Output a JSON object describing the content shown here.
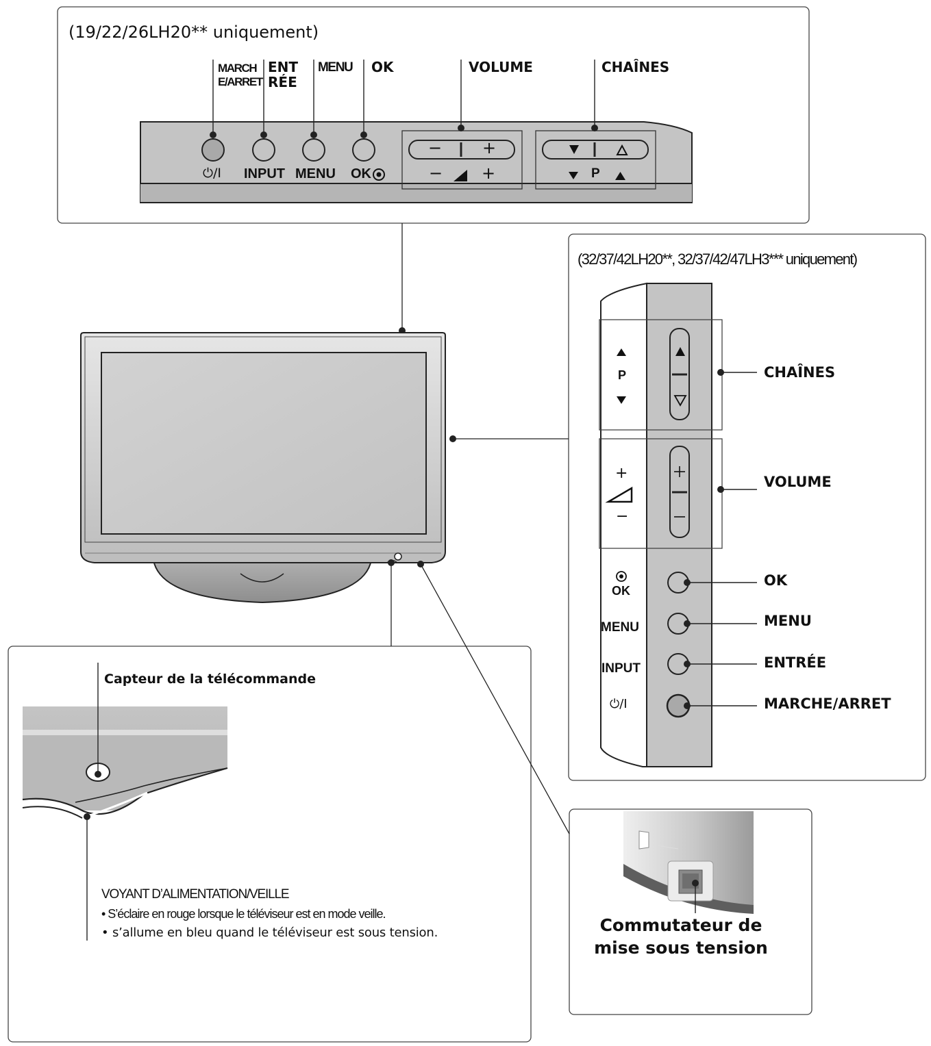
{
  "top_panel": {
    "title": "(19/22/26LH20** uniquement)",
    "callouts": {
      "power_l1": "MARCH",
      "power_l2": "E/ARRET",
      "input_l1": "ENT",
      "input_l2": "RÉE",
      "menu": "MENU",
      "ok": "OK",
      "volume": "VOLUME",
      "channels": "CHAÎNES"
    },
    "buttons": {
      "power": "⏻/I",
      "input": "INPUT",
      "menu": "MENU",
      "ok": "OK",
      "vol_minus": "−",
      "vol_plus": "+",
      "prog": "P"
    }
  },
  "right_panel": {
    "title": "(32/37/42LH20**, 32/37/42/47LH3*** uniquement)",
    "labels": {
      "channels": "CHAÎNES",
      "volume": "VOLUME",
      "ok": "OK",
      "menu": "MENU",
      "input": "ENTRÉE",
      "power": "MARCHE/ARRET"
    },
    "side_text": {
      "prog": "P",
      "plus": "+",
      "minus": "−",
      "ok": "OK",
      "menu": "MENU",
      "input": "INPUT",
      "power": "⏻/I"
    }
  },
  "sensor_panel": {
    "sensor_label": "Capteur de la télécommande",
    "led_title": "VOYANT D’ALIMENTATION/VEILLE",
    "bullets": [
      "• S’éclaire en rouge lorsque le téléviseur est en mode veille.",
      "• s’allume en bleu quand le téléviseur est sous tension."
    ]
  },
  "switch_panel": {
    "label_l1": "Commutateur de",
    "label_l2": "mise sous tension"
  }
}
